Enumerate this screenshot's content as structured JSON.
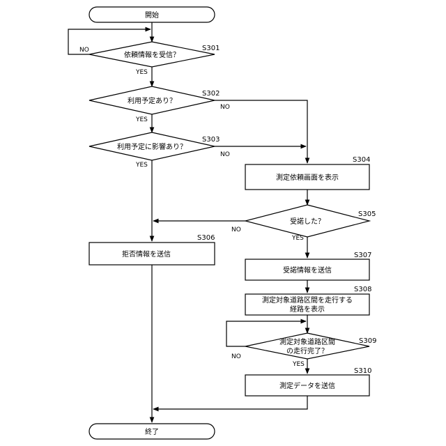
{
  "nodes": {
    "start": "開始",
    "s301": {
      "text": "依頼情報を受信？",
      "step": "S301"
    },
    "s302": {
      "text": "利用予定あり？",
      "step": "S302"
    },
    "s303": {
      "text": "利用予定に影響あり？",
      "step": "S303"
    },
    "s304": {
      "text": "測定依頼画面を表示",
      "step": "S304"
    },
    "s305": {
      "text": "受諾した？",
      "step": "S305"
    },
    "s306": {
      "text": "拒否情報を送信",
      "step": "S306"
    },
    "s307": {
      "text": "受諾情報を送信",
      "step": "S307"
    },
    "s308": {
      "line1": "測定対象道路区間を走行する",
      "line2": "経路を表示",
      "step": "S308"
    },
    "s309": {
      "line1": "測定対象道路区間",
      "line2": "の走行完了？",
      "step": "S309"
    },
    "s310": {
      "text": "測定データを送信",
      "step": "S310"
    },
    "end": "終了"
  },
  "labels": {
    "yes": "YES",
    "no": "NO"
  }
}
